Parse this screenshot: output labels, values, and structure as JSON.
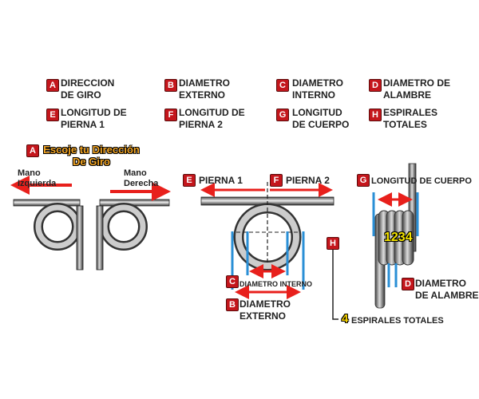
{
  "legend": [
    {
      "letter": "A",
      "label": "DIRECCION\nDE GIRO"
    },
    {
      "letter": "B",
      "label": "DIAMETRO\nEXTERNO"
    },
    {
      "letter": "C",
      "label": "DIAMETRO\nINTERNO"
    },
    {
      "letter": "D",
      "label": "DIAMETRO DE\nALAMBRE"
    },
    {
      "letter": "E",
      "label": "LONGITUD DE\nPIERNA 1"
    },
    {
      "letter": "F",
      "label": "LONGITUD DE\nPIERNA 2"
    },
    {
      "letter": "G",
      "label": "LONGITUD\nDE CUERPO"
    },
    {
      "letter": "H",
      "label": "ESPIRALES\nTOTALES"
    }
  ],
  "direction": {
    "letter": "A",
    "title": "Escoje tu Dirección\nDe Giro",
    "left": "Mano\nIzquierda",
    "right": "Mano\nDerecha"
  },
  "front": {
    "e": "PIERNA 1",
    "f": "PIERNA 2",
    "c": "DIAMETRO INTERNO",
    "b": "DIAMETRO\nEXTERNO",
    "h": "H",
    "coils_count": "4",
    "coils_label": "ESPIRALES TOTALES"
  },
  "side": {
    "g": "LONGITUD DE CUERPO",
    "count": "1234",
    "d": "DIAMETRO\nDE ALAMBRE"
  },
  "colors": {
    "badge": "#c4161c",
    "arrow": "#e8201c",
    "guide": "#2a8fd6",
    "steel": "#888888"
  }
}
